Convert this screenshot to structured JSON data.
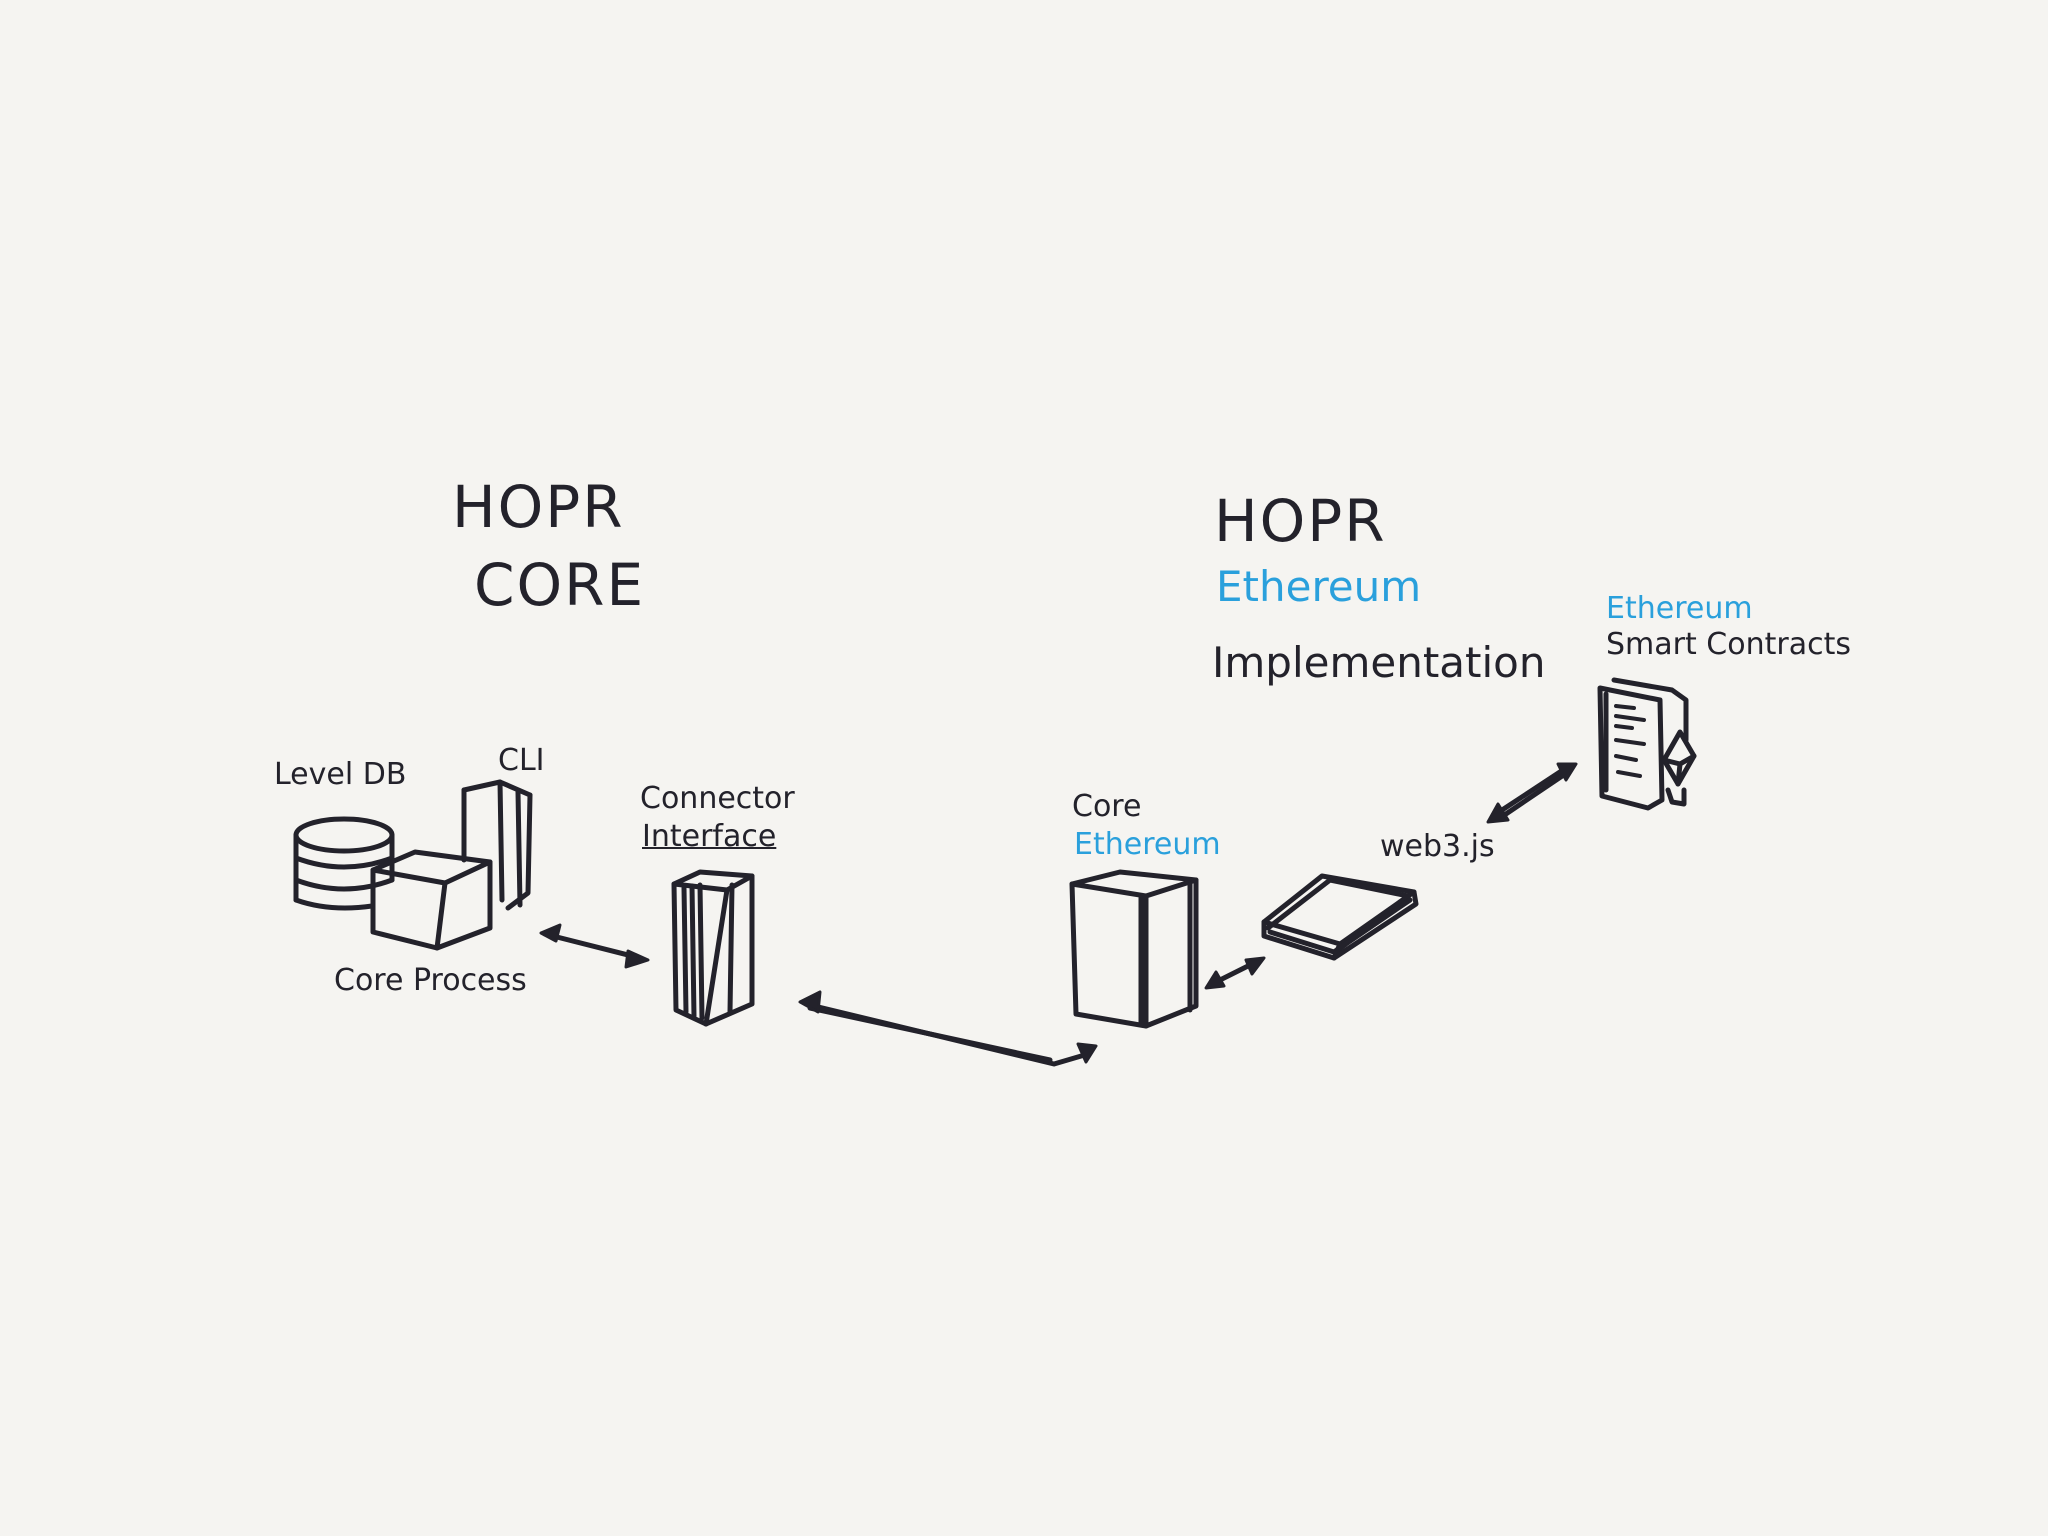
{
  "colors": {
    "background": "#f5f4f1",
    "ink": "#23222b",
    "accent": "#2aa0dc"
  },
  "core_section": {
    "title_line1": "HOPR",
    "title_line2": "CORE"
  },
  "ethereum_section": {
    "title_line1": "HOPR",
    "title_line2": "Ethereum",
    "title_line3": "Implementation"
  },
  "nodes": {
    "level_db": "Level DB",
    "cli": "CLI",
    "core_process": "Core Process",
    "connector_interface_line1": "Connector",
    "connector_interface_line2": "Interface",
    "core_ethereum_line1": "Core",
    "core_ethereum_line2": "Ethereum",
    "web3": "web3.js",
    "smart_contracts_line1": "Ethereum",
    "smart_contracts_line2": "Smart Contracts"
  }
}
